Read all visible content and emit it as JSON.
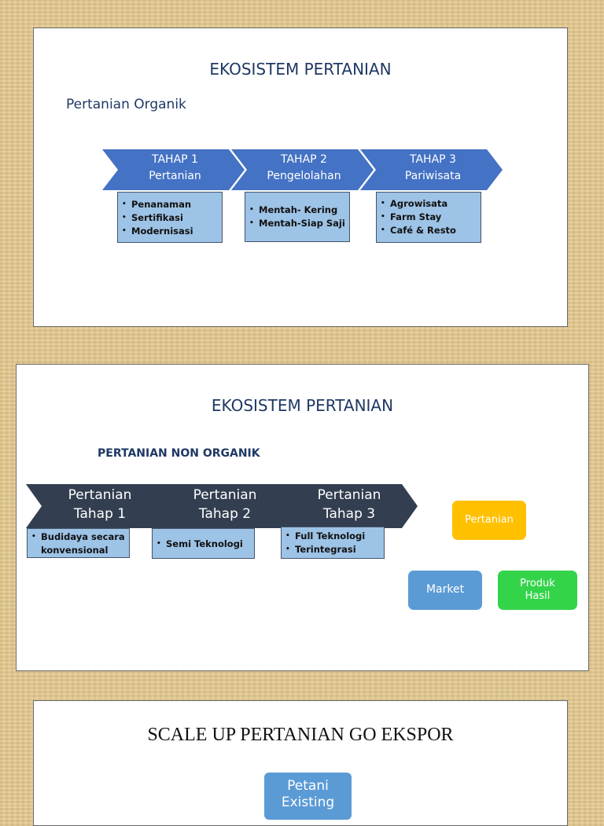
{
  "slide1": {
    "title": "EKOSISTEM PERTANIAN",
    "subtitle": "Pertanian Organik",
    "stages": [
      {
        "label": "TAHAP 1",
        "name": "Pertanian",
        "items": [
          "Penanaman",
          "Sertifikasi",
          "Modernisasi"
        ]
      },
      {
        "label": "TAHAP 2",
        "name": "Pengelolahan",
        "items": [
          "Mentah- Kering",
          "Mentah-Siap Saji"
        ]
      },
      {
        "label": "TAHAP 3",
        "name": "Pariwisata",
        "items": [
          "Agrowisata",
          "Farm Stay",
          "Café & Resto"
        ]
      }
    ]
  },
  "slide2": {
    "title": "EKOSISTEM PERTANIAN",
    "subtitle": "PERTANIAN NON ORGANIK",
    "stages": [
      {
        "line1": "Pertanian",
        "line2": "Tahap 1",
        "items": [
          "Budidaya secara konvensional"
        ]
      },
      {
        "line1": "Pertanian",
        "line2": "Tahap 2",
        "items": [
          "Semi Teknologi"
        ]
      },
      {
        "line1": "Pertanian",
        "line2": "Tahap 3",
        "items": [
          "Full Teknologi",
          "Terintegrasi"
        ]
      }
    ],
    "boxes": {
      "pertanian": "Pertanian",
      "market": "Market",
      "produk_line1": "Produk",
      "produk_line2": "Hasil"
    }
  },
  "slide3": {
    "title": "SCALE UP PERTANIAN GO EKSPOR",
    "box_line1": "Petani",
    "box_line2": "Existing"
  },
  "colors": {
    "chevron_blue": "#4472c4",
    "chevron_dark": "#333f50",
    "bullet_box": "#9dc3e6",
    "yellow": "#ffc000",
    "market_blue": "#5b9bd5",
    "green": "#33d44a",
    "title_navy": "#1f3864"
  }
}
